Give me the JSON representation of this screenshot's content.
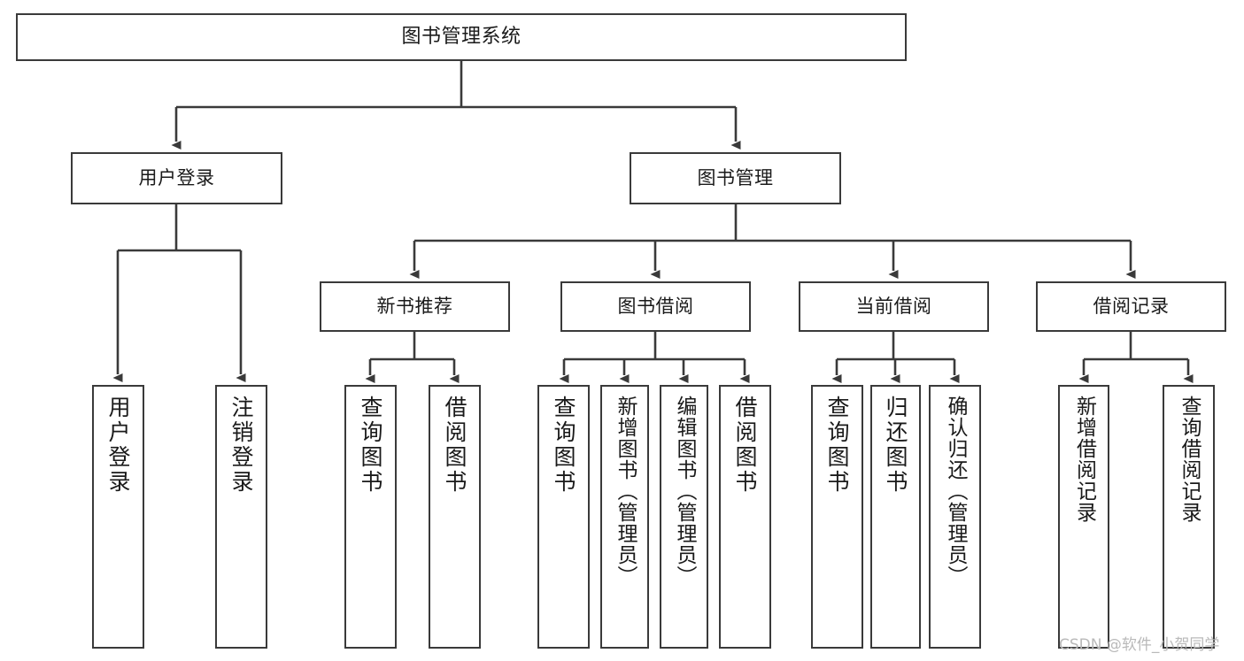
{
  "diagram": {
    "title": "图书管理系统",
    "type": "tree-hierarchy",
    "watermark": "CSDN @软件_小贺同学",
    "colors": {
      "background": "#ffffff",
      "box_border": "#3a3a3a",
      "box_fill": "#ffffff",
      "text": "#1a1a1a",
      "edge": "#3a3a3a",
      "watermark": "#b9b9b9"
    },
    "nodes": {
      "root": {
        "label": "图书管理系统"
      },
      "level2": [
        {
          "label": "用户登录"
        },
        {
          "label": "图书管理"
        }
      ],
      "level3": [
        {
          "label": "新书推荐"
        },
        {
          "label": "图书借阅"
        },
        {
          "label": "当前借阅"
        },
        {
          "label": "借阅记录"
        }
      ],
      "leaves": {
        "user_login": [
          {
            "label": "用户登录"
          },
          {
            "label": "注销登录"
          }
        ],
        "new_book_recommend": [
          {
            "label": "查询图书"
          },
          {
            "label": "借阅图书"
          }
        ],
        "book_borrow": [
          {
            "label": "查询图书"
          },
          {
            "label": "新增图书（管理员）"
          },
          {
            "label": "编辑图书（管理员）"
          },
          {
            "label": "借阅图书"
          }
        ],
        "current_borrow": [
          {
            "label": "查询图书"
          },
          {
            "label": "归还图书"
          },
          {
            "label": "确认归还（管理员）"
          }
        ],
        "borrow_record": [
          {
            "label": "新增借阅记录"
          },
          {
            "label": "查询借阅记录"
          }
        ]
      }
    }
  }
}
